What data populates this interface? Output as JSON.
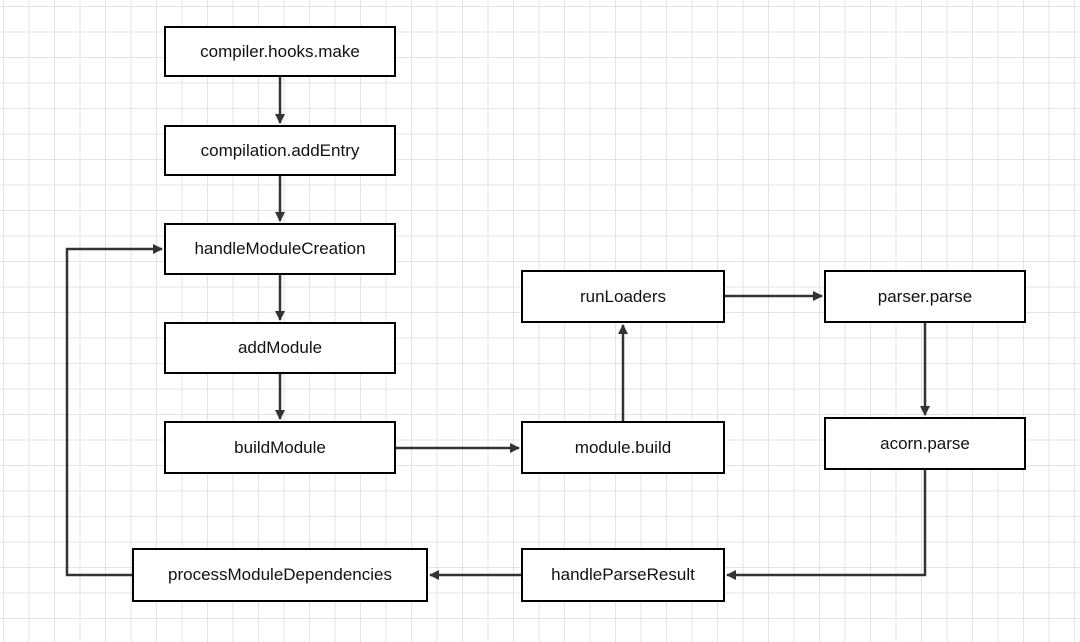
{
  "diagram": {
    "nodes": {
      "compiler_hooks_make": "compiler.hooks.make",
      "compilation_add_entry": "compilation.addEntry",
      "handle_module_creation": "handleModuleCreation",
      "add_module": "addModule",
      "build_module": "buildModule",
      "module_build": "module.build",
      "run_loaders": "runLoaders",
      "parser_parse": "parser.parse",
      "acorn_parse": "acorn.parse",
      "handle_parse_result": "handleParseResult",
      "process_module_dependencies": "processModuleDependencies"
    },
    "edges": [
      [
        "compiler.hooks.make",
        "compilation.addEntry"
      ],
      [
        "compilation.addEntry",
        "handleModuleCreation"
      ],
      [
        "handleModuleCreation",
        "addModule"
      ],
      [
        "addModule",
        "buildModule"
      ],
      [
        "buildModule",
        "module.build"
      ],
      [
        "module.build",
        "runLoaders"
      ],
      [
        "runLoaders",
        "parser.parse"
      ],
      [
        "parser.parse",
        "acorn.parse"
      ],
      [
        "acorn.parse",
        "handleParseResult"
      ],
      [
        "handleParseResult",
        "processModuleDependencies"
      ],
      [
        "processModuleDependencies",
        "handleModuleCreation"
      ]
    ],
    "colors": {
      "background": "#ffffff",
      "grid": "#e3e3e3",
      "stroke": "#000000",
      "edge": "#333333",
      "text": "#111111"
    }
  }
}
